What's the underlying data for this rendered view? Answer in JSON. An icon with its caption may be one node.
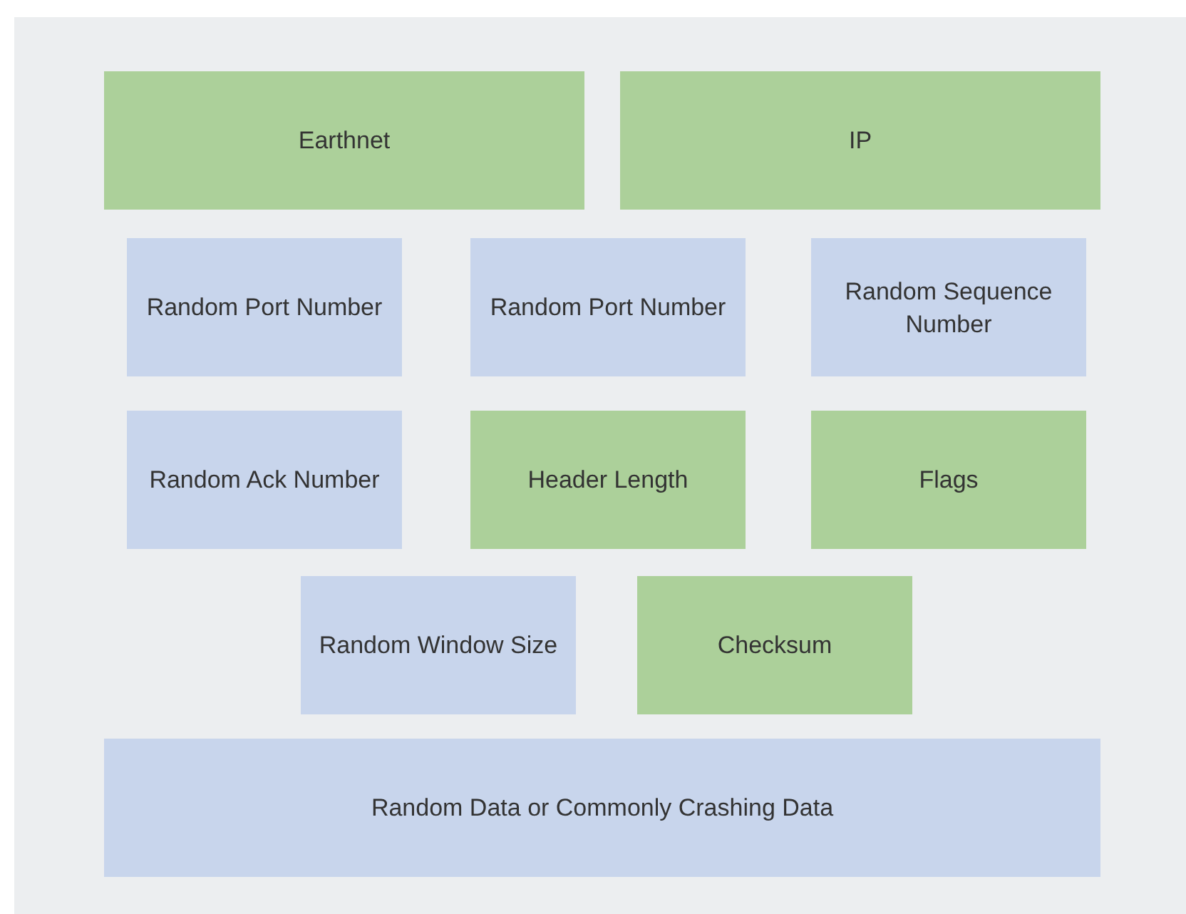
{
  "diagram": {
    "nodes": [
      {
        "text": [
          "Earthnet"
        ]
      },
      {
        "text": [
          "IP"
        ]
      },
      {
        "text": [
          "Random Port Number"
        ]
      },
      {
        "text": [
          "Random Port Number"
        ]
      },
      {
        "text": [
          "Random Sequence Number"
        ]
      },
      {
        "text": [
          "Random Ack Number"
        ]
      },
      {
        "text": [
          "Header Length"
        ]
      },
      {
        "text": [
          "Flags"
        ]
      },
      {
        "text": [
          "Random Window Size"
        ]
      },
      {
        "text": [
          "Checksum"
        ]
      },
      {
        "text": [
          "Random Data or Commonly Crashing Data"
        ]
      }
    ]
  }
}
